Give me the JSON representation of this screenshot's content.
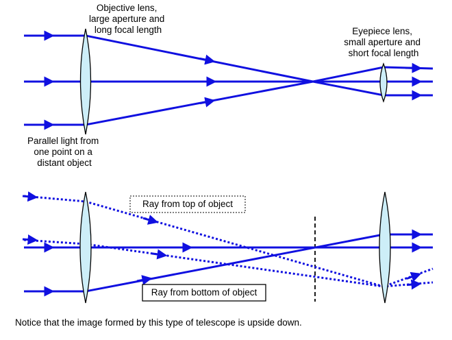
{
  "top_diagram": {
    "objective_label": [
      "Objective lens,",
      "large aperture and",
      "long focal length"
    ],
    "eyepiece_label": [
      "Eyepiece lens,",
      "small aperture and",
      "short focal length"
    ],
    "source_label": [
      "Parallel light from",
      "one point on a",
      "distant object"
    ]
  },
  "bottom_diagram": {
    "top_ray_label": "Ray from top of object",
    "bottom_ray_label": "Ray from bottom of object"
  },
  "caption": "Notice that the image formed by this type of telescope is upside down.",
  "colors": {
    "ray": "#1010e0",
    "lens_fill": "#cdeef8",
    "lens_stroke": "#000000"
  }
}
